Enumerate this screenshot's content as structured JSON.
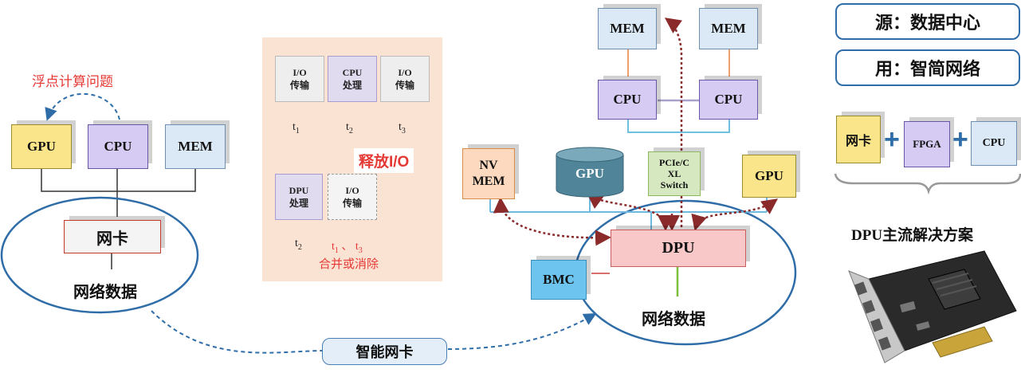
{
  "left": {
    "float_label": "浮点计算问题",
    "gpu": "GPU",
    "cpu": "CPU",
    "mem": "MEM",
    "nic": "网卡",
    "network_data": "网络数据"
  },
  "middle": {
    "top_io_1": [
      "I/O",
      "传输"
    ],
    "top_cpu": [
      "CPU",
      "处理"
    ],
    "top_io_2": [
      "I/O",
      "传输"
    ],
    "t1": "t",
    "t1_sub": "1",
    "t2": "t",
    "t2_sub": "2",
    "t3": "t",
    "t3_sub": "3",
    "release_io": "释放I/O",
    "bottom_dpu": [
      "DPU",
      "处理"
    ],
    "bottom_io": [
      "I/O",
      "传输"
    ],
    "bottom_t2": "t",
    "bottom_t2_sub": "2",
    "merge_t": "t",
    "merge_t1_sub": "1",
    "merge_sep": " 、 ",
    "merge_t3_sub": "3",
    "merge_label": "合并或消除"
  },
  "right": {
    "mem_1": "MEM",
    "mem_2": "MEM",
    "cpu_1": "CPU",
    "cpu_2": "CPU",
    "nv_mem": [
      "NV",
      "MEM"
    ],
    "gpu_cylinder": "GPU",
    "pcie_switch": [
      "PCIe/C",
      "XL",
      "Switch"
    ],
    "gpu": "GPU",
    "dpu": "DPU",
    "bmc": "BMC",
    "network_data": "网络数据"
  },
  "bottom": {
    "smart_nic": "智能网卡"
  },
  "sidebar": {
    "source": "源：数据中心",
    "usage": "用：智简网络",
    "nic": "网卡",
    "fpga": "FPGA",
    "cpu": "CPU",
    "plus": "+",
    "solution": "DPU主流解决方案"
  },
  "colors": {
    "accent_blue": "#2f6da8",
    "red_text": "#e53935",
    "dark_red": "#8b2a2a"
  }
}
